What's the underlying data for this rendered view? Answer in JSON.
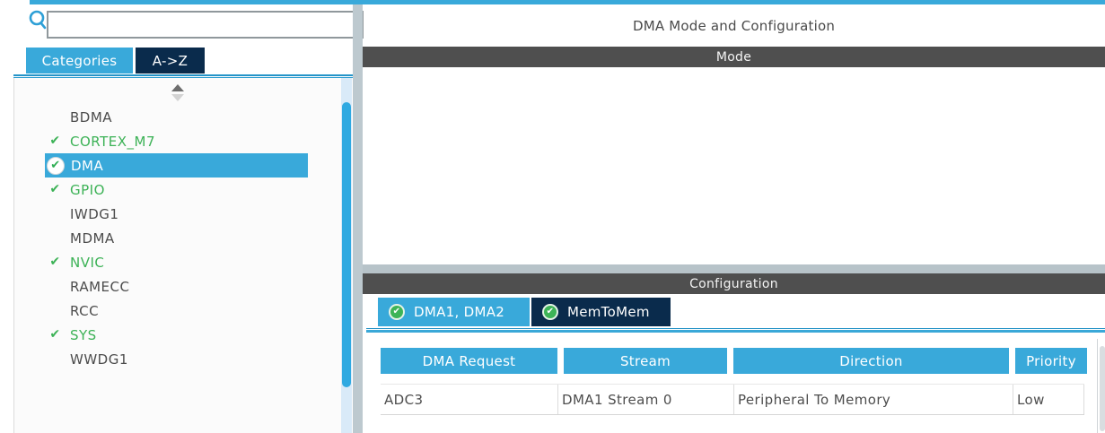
{
  "header": {
    "title": "DMA Mode and Configuration"
  },
  "left_panel": {
    "search": {
      "value": "",
      "placeholder": ""
    },
    "tabs": [
      {
        "label": "Categories",
        "active": true
      },
      {
        "label": "A->Z",
        "active": false
      }
    ],
    "peripherals": [
      {
        "label": "BDMA",
        "status": "plain"
      },
      {
        "label": "CORTEX_M7",
        "status": "enabled"
      },
      {
        "label": "DMA",
        "status": "selected"
      },
      {
        "label": "GPIO",
        "status": "enabled"
      },
      {
        "label": "IWDG1",
        "status": "plain"
      },
      {
        "label": "MDMA",
        "status": "plain"
      },
      {
        "label": "NVIC",
        "status": "enabled"
      },
      {
        "label": "RAMECC",
        "status": "plain"
      },
      {
        "label": "RCC",
        "status": "plain"
      },
      {
        "label": "SYS",
        "status": "enabled"
      },
      {
        "label": "WWDG1",
        "status": "plain"
      }
    ]
  },
  "right_panel": {
    "mode_section_title": "Mode",
    "config_section_title": "Configuration",
    "config_tabs": [
      {
        "label": "DMA1, DMA2",
        "active": true,
        "checked": true
      },
      {
        "label": "MemToMem",
        "active": false,
        "checked": true
      }
    ],
    "table": {
      "columns": [
        "DMA Request",
        "Stream",
        "Direction",
        "Priority"
      ],
      "rows": [
        [
          "ADC3",
          "DMA1 Stream 0",
          "Peripheral To Memory",
          "Low"
        ]
      ]
    }
  },
  "icons": {
    "search": "magnifier",
    "check": "✔",
    "sort": "up-down-triangles"
  },
  "colors": {
    "accent_blue": "#39a9da",
    "navy": "#0a2b4c",
    "dark_bar": "#4f4f4f",
    "green": "#3cb256",
    "splitter_gray": "#bdc9cf",
    "scroll_thumb_blue": "#2fa9e1"
  }
}
